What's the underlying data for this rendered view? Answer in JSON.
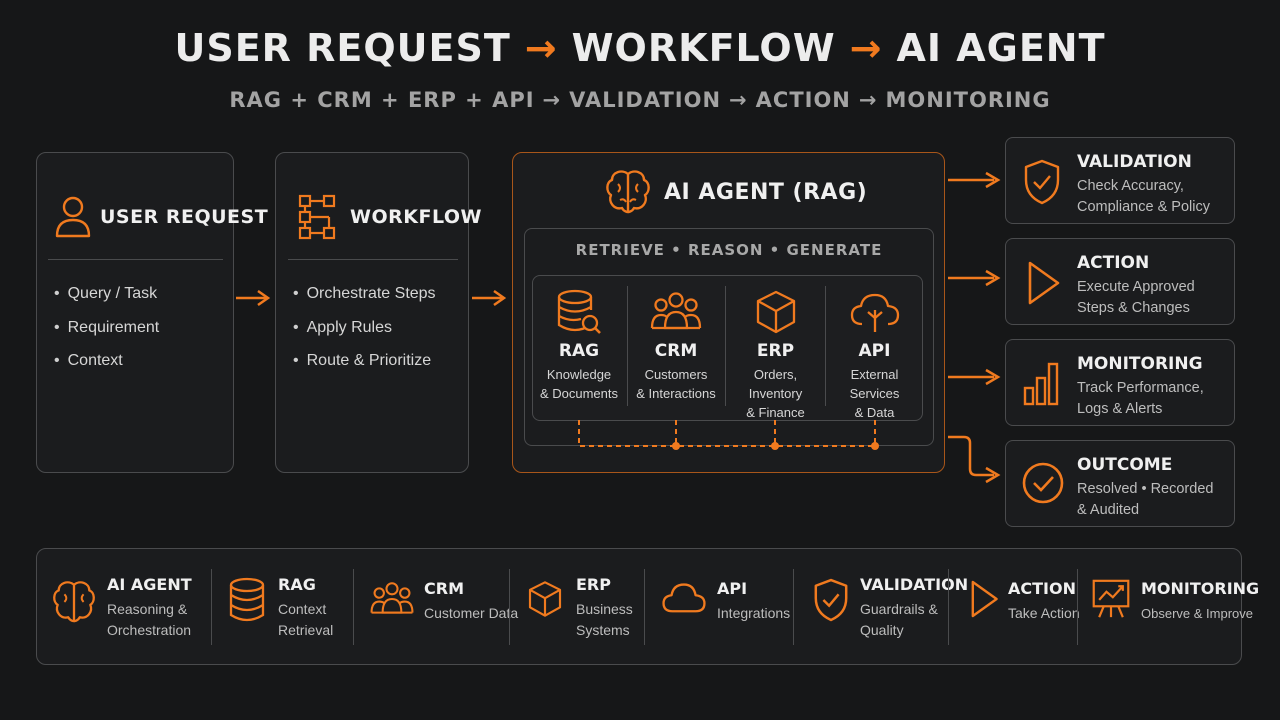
{
  "header": {
    "title_parts": [
      "USER REQUEST",
      "WORKFLOW",
      "AI AGENT"
    ],
    "title_arrow": "→",
    "subtitle_parts": [
      "RAG + CRM + ERP + API",
      "VALIDATION",
      "ACTION",
      "MONITORING"
    ],
    "subtitle_arrow": "→"
  },
  "user_request": {
    "title": "USER REQUEST",
    "icon": "user-icon",
    "items": [
      "Query / Task",
      "Requirement",
      "Context"
    ]
  },
  "workflow": {
    "title": "WORKFLOW",
    "icon": "workflow-icon",
    "items": [
      "Orchestrate Steps",
      "Apply Rules",
      "Route & Prioritize"
    ]
  },
  "agent": {
    "title": "AI AGENT (RAG)",
    "icon": "brain-icon",
    "tagline": "RETRIEVE • REASON • GENERATE",
    "sources": [
      {
        "name": "RAG",
        "icon": "database-search-icon",
        "desc1": "Knowledge",
        "desc2": "& Documents"
      },
      {
        "name": "CRM",
        "icon": "users-icon",
        "desc1": "Customers",
        "desc2": "& Interactions"
      },
      {
        "name": "ERP",
        "icon": "cube-icon",
        "desc1": "Orders, Inventory",
        "desc2": "& Finance"
      },
      {
        "name": "API",
        "icon": "cloud-icon",
        "desc1": "External Services",
        "desc2": "& Data"
      }
    ]
  },
  "outputs": [
    {
      "title": "VALIDATION",
      "icon": "shield-check-icon",
      "desc1": "Check Accuracy,",
      "desc2": "Compliance & Policy"
    },
    {
      "title": "ACTION",
      "icon": "play-icon",
      "desc1": "Execute Approved",
      "desc2": "Steps & Changes"
    },
    {
      "title": "MONITORING",
      "icon": "bar-chart-icon",
      "desc1": "Track Performance,",
      "desc2": "Logs & Alerts"
    },
    {
      "title": "OUTCOME",
      "icon": "check-circle-icon",
      "desc1": "Resolved • Recorded",
      "desc2": "& Audited"
    }
  ],
  "legend": [
    {
      "title": "AI AGENT",
      "icon": "brain-icon",
      "desc1": "Reasoning &",
      "desc2": "Orchestration"
    },
    {
      "title": "RAG",
      "icon": "database-icon",
      "desc1": "Context",
      "desc2": "Retrieval"
    },
    {
      "title": "CRM",
      "icon": "users-icon",
      "desc1": "Customer Data",
      "desc2": ""
    },
    {
      "title": "ERP",
      "icon": "cube-icon",
      "desc1": "Business",
      "desc2": "Systems"
    },
    {
      "title": "API",
      "icon": "cloud-icon",
      "desc1": "Integrations",
      "desc2": ""
    },
    {
      "title": "VALIDATION",
      "icon": "shield-check-icon",
      "desc1": "Guardrails &",
      "desc2": "Quality"
    },
    {
      "title": "ACTION",
      "icon": "play-icon",
      "desc1": "Take Action",
      "desc2": ""
    },
    {
      "title": "MONITORING",
      "icon": "monitor-chart-icon",
      "desc1": "Observe & Improve",
      "desc2": ""
    }
  ],
  "colors": {
    "accent": "#f07a1f",
    "background": "#161718",
    "border": "#4a4b4d"
  }
}
